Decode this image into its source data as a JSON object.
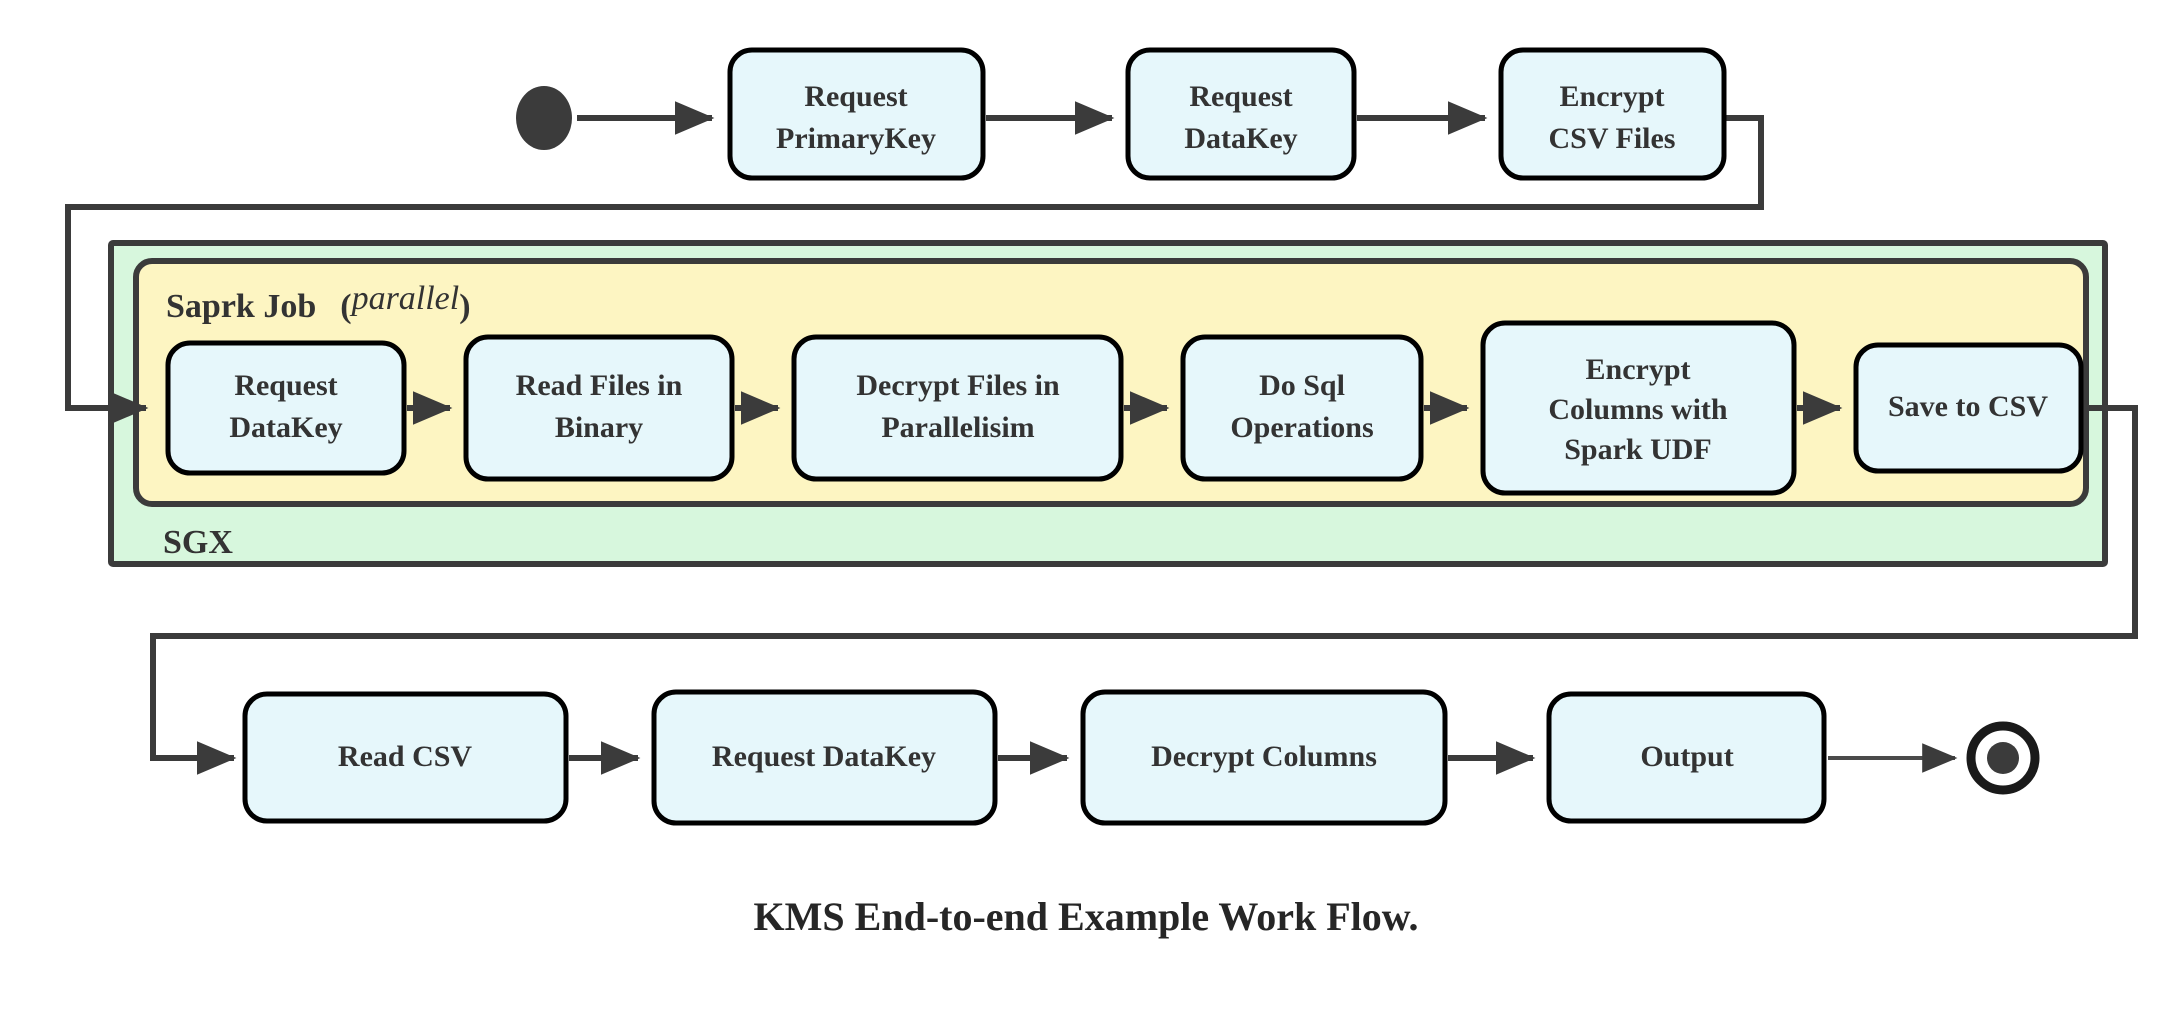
{
  "diagram": {
    "caption": "KMS End-to-end Example Work Flow.",
    "colors": {
      "node_fill": "#e6f7fb",
      "node_stroke": "#000000",
      "sgx_fill": "#d7f7dd",
      "spark_fill": "#fdf5c2",
      "edge": "#3b3b3b",
      "text": "#333333",
      "background": "#ffffff"
    },
    "start_node": {
      "name": "start-node",
      "label": ""
    },
    "end_node": {
      "name": "end-node",
      "label": ""
    },
    "containers": {
      "sgx": {
        "label": "SGX"
      },
      "spark_job": {
        "label": "Saprk Job",
        "modifier": "(parallel)",
        "modifier_open": "(",
        "modifier_word": "parallel",
        "modifier_close": ")"
      }
    },
    "rows": {
      "top": [
        {
          "id": "request-primarykey",
          "line1": "Request",
          "line2": "PrimaryKey"
        },
        {
          "id": "request-datakey-top",
          "line1": "Request",
          "line2": "DataKey"
        },
        {
          "id": "encrypt-csv-files",
          "line1": "Encrypt",
          "line2": "CSV Files"
        }
      ],
      "spark": [
        {
          "id": "request-datakey-spark",
          "line1": "Request",
          "line2": "DataKey",
          "line3": ""
        },
        {
          "id": "read-files-in-binary",
          "line1": "Read Files in",
          "line2": "Binary",
          "line3": ""
        },
        {
          "id": "decrypt-files-in-parallelisim",
          "line1": "Decrypt Files in",
          "line2": "Parallelisim",
          "line3": ""
        },
        {
          "id": "do-sql-operations",
          "line1": "Do Sql",
          "line2": "Operations",
          "line3": ""
        },
        {
          "id": "encrypt-columns-with-spark-udf",
          "line1": "Encrypt",
          "line2": "Columns with",
          "line3": "Spark UDF"
        },
        {
          "id": "save-to-csv",
          "line1": "Save to CSV",
          "line2": "",
          "line3": ""
        }
      ],
      "bottom": [
        {
          "id": "read-csv",
          "line1": "Read CSV",
          "line2": ""
        },
        {
          "id": "request-datakey-bottom",
          "line1": "Request DataKey",
          "line2": ""
        },
        {
          "id": "decrypt-columns",
          "line1": "Decrypt Columns",
          "line2": ""
        },
        {
          "id": "output",
          "line1": "Output",
          "line2": ""
        }
      ]
    }
  }
}
